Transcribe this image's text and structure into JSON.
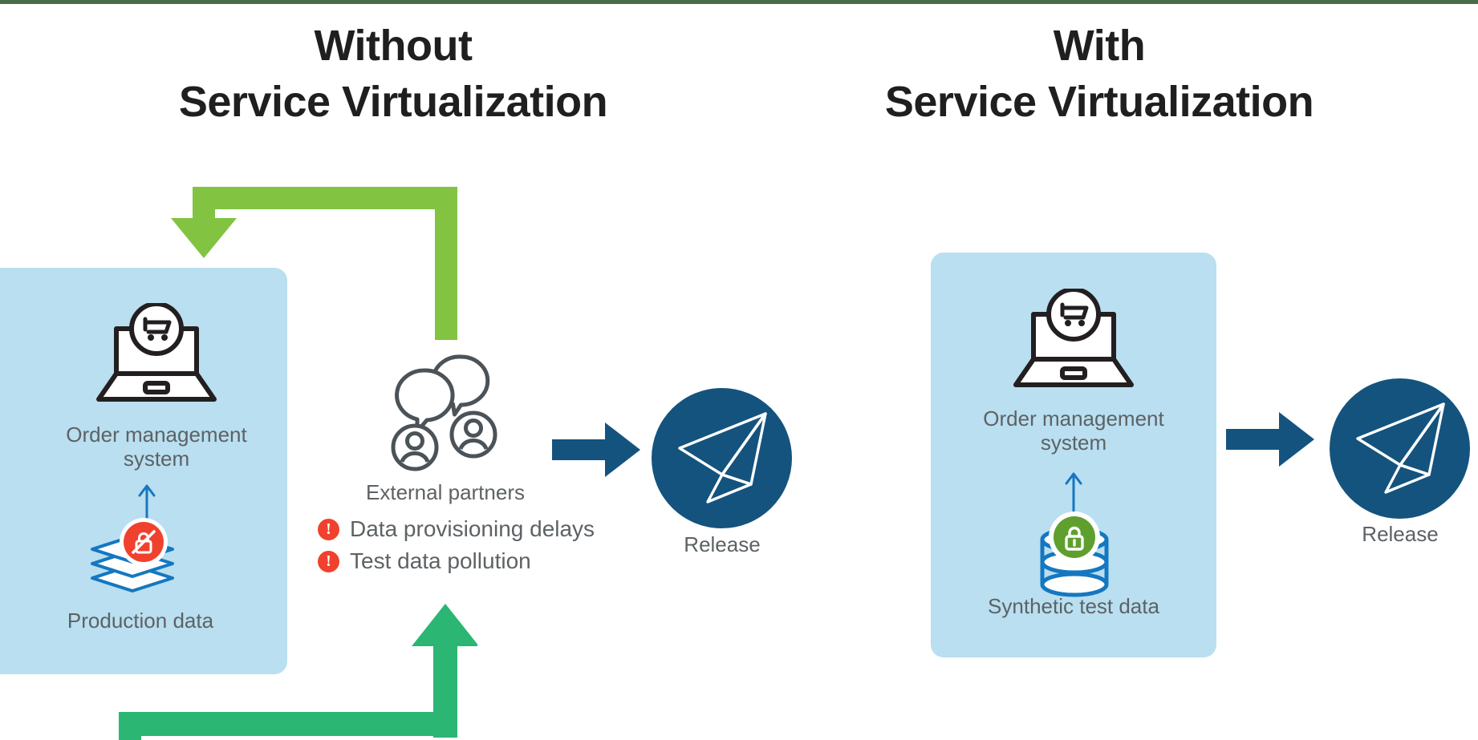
{
  "page": {
    "background_color": "#ffffff",
    "top_rule_color": "#4a6b4a"
  },
  "titles": {
    "left": "Without\nService Virtualization",
    "right": "With\nService Virtualization"
  },
  "colors": {
    "panel_blue": "#b9dff0",
    "label_gray": "#5d6265",
    "navy": "#14537e",
    "alert_red": "#f0412e",
    "green_loop_top": "#82c341",
    "green_loop_bottom": "#2bb673",
    "lock_green": "#5f9f2e",
    "data_blue": "#1577c0",
    "icon_dark": "#231f20"
  },
  "left_section": {
    "name": "Without Service Virtualization",
    "panel": {
      "order_management": {
        "label": "Order management\nsystem",
        "icon": "laptop-cart-icon"
      },
      "production_data": {
        "label": "Production data",
        "icon": "stacked-layers-icon",
        "badge_icon": "lock-blocked-icon",
        "badge_color": "#f0412e"
      },
      "connector_icon": "arrow-up-thin-icon"
    },
    "external_partners": {
      "label": "External partners",
      "icon": "people-chat-icon"
    },
    "issues": [
      {
        "icon": "alert-exclamation-icon",
        "text": "Data provisioning delays"
      },
      {
        "icon": "alert-exclamation-icon",
        "text": "Test data pollution"
      }
    ],
    "release": {
      "label": "Release",
      "icon": "paper-plane-icon",
      "arrow_icon": "arrow-right-thick-icon"
    },
    "loops": [
      {
        "name": "feedback-loop-top",
        "icon": "loop-arrow-down-icon",
        "color": "#82c341"
      },
      {
        "name": "feedback-loop-bottom",
        "icon": "loop-arrow-up-icon",
        "color": "#2bb673"
      }
    ]
  },
  "right_section": {
    "name": "With Service Virtualization",
    "panel": {
      "order_management": {
        "label": "Order management\nsystem",
        "icon": "laptop-cart-icon"
      },
      "synthetic_test_data": {
        "label": "Synthetic test data",
        "icon": "database-cylinder-icon",
        "badge_icon": "lock-secure-icon",
        "badge_color": "#5f9f2e"
      },
      "connector_icon": "arrow-up-thin-icon"
    },
    "release": {
      "label": "Release",
      "icon": "paper-plane-icon",
      "arrow_icon": "arrow-right-thick-icon"
    }
  }
}
